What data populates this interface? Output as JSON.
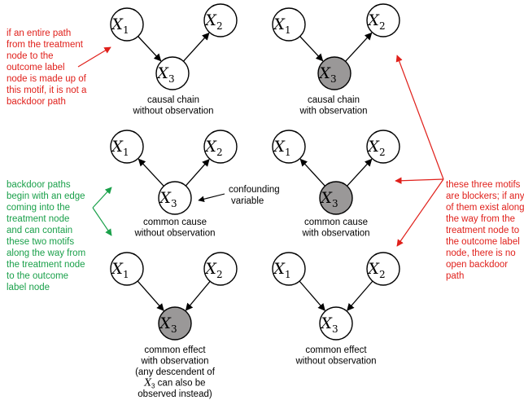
{
  "colors": {
    "observed_fill": "#9a9898",
    "note_red": "#e0201b",
    "note_green": "#1aa04a"
  },
  "nodes": {
    "x1": {
      "main": "X",
      "sub": "1"
    },
    "x2": {
      "main": "X",
      "sub": "2"
    },
    "x3": {
      "main": "X",
      "sub": "3"
    }
  },
  "motifs": [
    {
      "id": "chain-unobserved",
      "kind": "chain",
      "observed": false,
      "caption": [
        "causal chain",
        "without observation"
      ]
    },
    {
      "id": "chain-observed",
      "kind": "chain",
      "observed": true,
      "caption": [
        "causal chain",
        "with observation"
      ]
    },
    {
      "id": "fork-unobserved",
      "kind": "fork",
      "observed": false,
      "caption": [
        "common cause",
        "without observation"
      ]
    },
    {
      "id": "fork-observed",
      "kind": "fork",
      "observed": true,
      "caption": [
        "common cause",
        "with observation"
      ]
    },
    {
      "id": "collider-observed",
      "kind": "collider",
      "observed": true,
      "caption": [
        "common effect",
        "with observation",
        "(any descendent of",
        "can also be",
        "observed instead)"
      ]
    },
    {
      "id": "collider-unobserved",
      "kind": "collider",
      "observed": false,
      "caption": [
        "common effect",
        "without observation"
      ]
    }
  ],
  "confounding_label": [
    "confounding",
    "variable"
  ],
  "notes": {
    "top_left": [
      "if an entire path",
      "from the treatment",
      "node to the",
      "outcome label",
      "node is made up of",
      "this motif, it is not a",
      "backdoor path"
    ],
    "left_middle": [
      "backdoor paths",
      "begin with an edge",
      "coming into the",
      "treatment node",
      "and can contain",
      "these two motifs",
      "along the way from",
      "the treatment node",
      "to the outcome",
      "label node"
    ],
    "right_middle": [
      "these three motifs",
      "are blockers; if any",
      "of them exist along",
      "the way from the",
      "treatment node to",
      "the outcome label",
      "node, there is no",
      "open backdoor",
      "path"
    ]
  }
}
